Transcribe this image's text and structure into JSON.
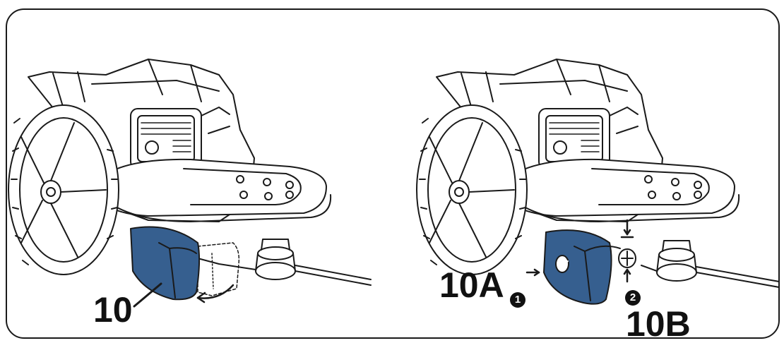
{
  "callouts": {
    "guard": "10",
    "step_a": "10A",
    "step_b": "10B"
  },
  "steps": {
    "one": "1",
    "two": "2"
  },
  "colors": {
    "guard_fill": "#365f8f",
    "line": "#1a1a1a",
    "frame_border": "#1a1a1a"
  }
}
